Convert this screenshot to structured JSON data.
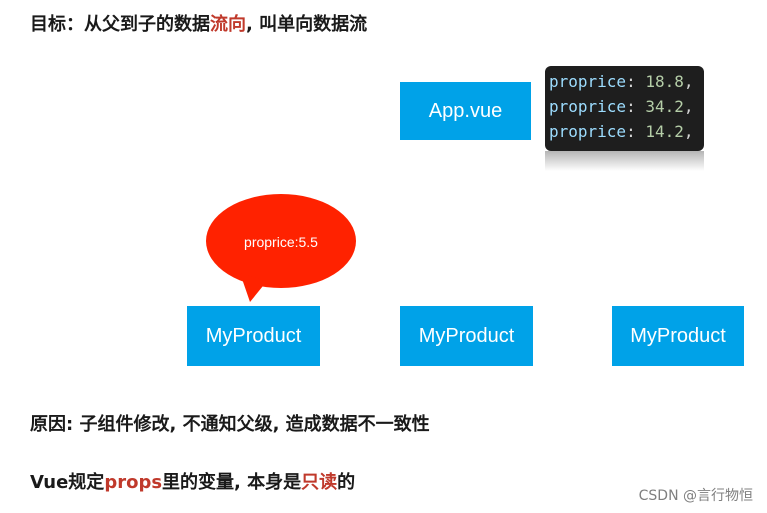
{
  "title": {
    "prefix": "目标：从父到子的数据",
    "highlight": "流向",
    "suffix": ", 叫单向数据流"
  },
  "app_box": {
    "label": "App.vue"
  },
  "code_snippet": [
    {
      "key": "proprice",
      "colon": ": ",
      "value": "18.8",
      "comma": ","
    },
    {
      "key": "proprice",
      "colon": ": ",
      "value": "34.2",
      "comma": ","
    },
    {
      "key": "proprice",
      "colon": ": ",
      "value": "14.2",
      "comma": ","
    }
  ],
  "bubble": {
    "text": "proprice:5.5",
    "color": "#ff2200"
  },
  "products": [
    {
      "label": "MyProduct"
    },
    {
      "label": "MyProduct"
    },
    {
      "label": "MyProduct"
    }
  ],
  "reason": {
    "text": "原因: 子组件修改, 不通知父级, 造成数据不一致性"
  },
  "rule": {
    "prefix": "Vue规定",
    "props": "props",
    "middle": "里的变量, 本身是",
    "readonly": "只读",
    "suffix": "的"
  },
  "watermark": {
    "text": "CSDN @言行物恒"
  },
  "colors": {
    "box": "#00a2e8",
    "highlight": "#c0392b",
    "code_bg": "#1e1e1e"
  }
}
